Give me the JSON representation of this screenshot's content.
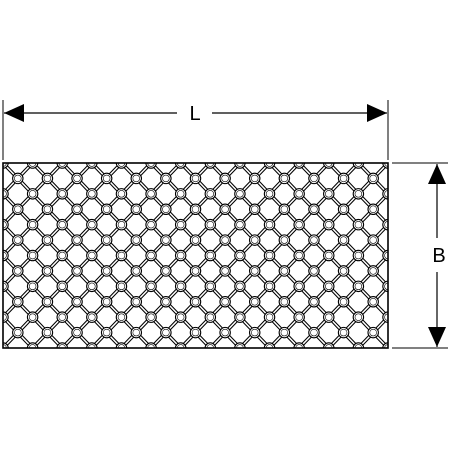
{
  "dimensions": {
    "length_label": "L",
    "width_label": "B"
  },
  "pattern": {
    "type": "diamond-lattice-with-rings",
    "columns": 13,
    "rows": 6
  }
}
